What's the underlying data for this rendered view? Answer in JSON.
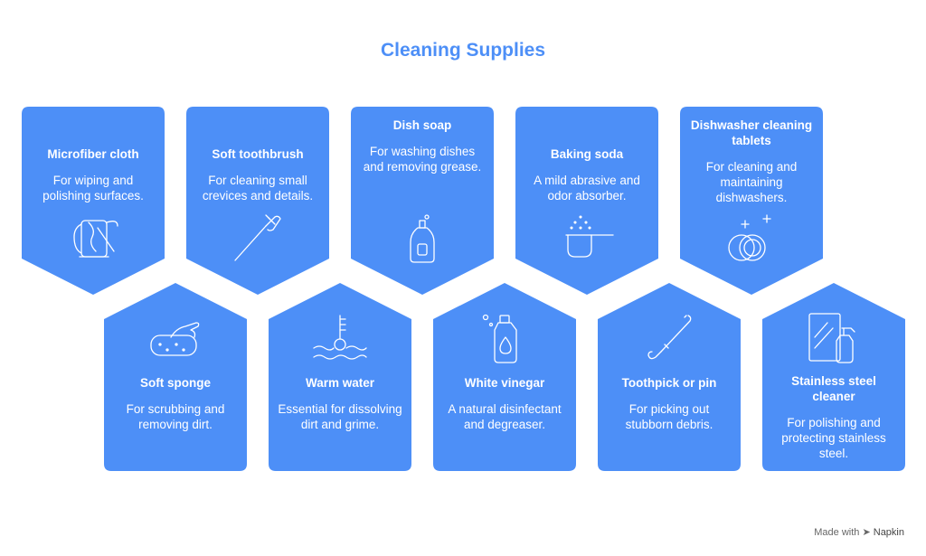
{
  "title": "Cleaning Supplies",
  "accent_color": "#4d8ff7",
  "items": [
    {
      "name": "Microfiber cloth",
      "desc": "For wiping and polishing surfaces.",
      "icon": "microfiber-cloth-icon"
    },
    {
      "name": "Soft toothbrush",
      "desc": "For cleaning small crevices and details.",
      "icon": "toothbrush-icon"
    },
    {
      "name": "Dish soap",
      "desc": "For washing dishes and removing grease.",
      "icon": "dish-soap-icon"
    },
    {
      "name": "Baking soda",
      "desc": "A mild abrasive and odor absorber.",
      "icon": "baking-soda-icon"
    },
    {
      "name": "Dishwasher cleaning tablets",
      "desc": "For cleaning and maintaining dishwashers.",
      "icon": "dishwasher-tablets-icon"
    },
    {
      "name": "Soft sponge",
      "desc": "For scrubbing and removing dirt.",
      "icon": "sponge-icon"
    },
    {
      "name": "Warm water",
      "desc": "Essential for dissolving dirt and grime.",
      "icon": "warm-water-icon"
    },
    {
      "name": "White vinegar",
      "desc": "A natural disinfectant and degreaser.",
      "icon": "vinegar-bottle-icon"
    },
    {
      "name": "Toothpick or pin",
      "desc": "For picking out stubborn debris.",
      "icon": "toothpick-icon"
    },
    {
      "name": "Stainless steel cleaner",
      "desc": "For polishing and protecting stainless steel.",
      "icon": "spray-bottle-icon"
    }
  ],
  "footer": {
    "made_with": "Made with",
    "brand": "Napkin"
  }
}
